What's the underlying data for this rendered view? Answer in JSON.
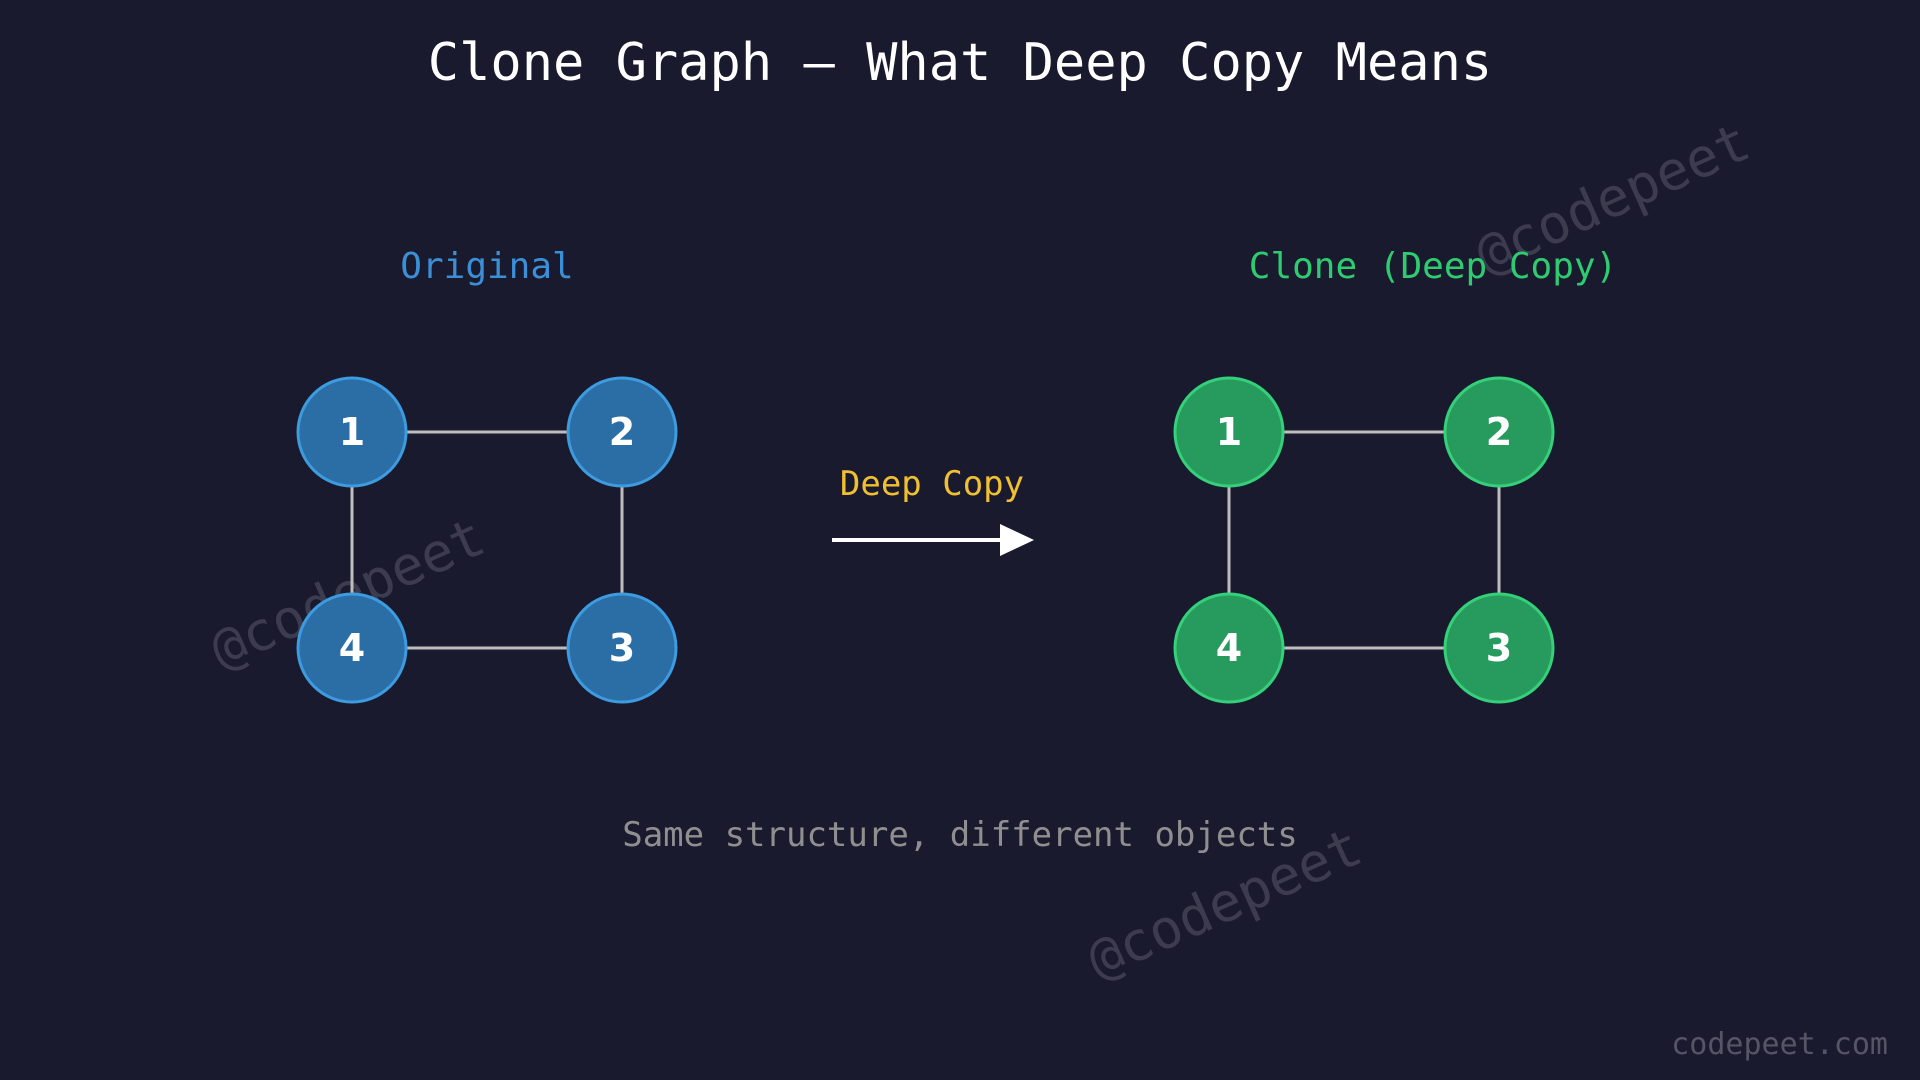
{
  "title": "Clone Graph — What Deep Copy Means",
  "original": {
    "label": "Original",
    "nodes": [
      {
        "id": "1"
      },
      {
        "id": "2"
      },
      {
        "id": "3"
      },
      {
        "id": "4"
      }
    ],
    "edges": [
      [
        "1",
        "2"
      ],
      [
        "2",
        "3"
      ],
      [
        "3",
        "4"
      ],
      [
        "4",
        "1"
      ]
    ]
  },
  "clone": {
    "label": "Clone (Deep Copy)",
    "nodes": [
      {
        "id": "1"
      },
      {
        "id": "2"
      },
      {
        "id": "3"
      },
      {
        "id": "4"
      }
    ],
    "edges": [
      [
        "1",
        "2"
      ],
      [
        "2",
        "3"
      ],
      [
        "3",
        "4"
      ],
      [
        "4",
        "1"
      ]
    ]
  },
  "arrow_label": "Deep Copy",
  "caption": "Same structure, different objects",
  "watermark": "@codepeet",
  "footer": "codepeet.com",
  "colors": {
    "background": "#1a1a2e",
    "title": "#ffffff",
    "original_label": "#3b8fd6",
    "original_fill": "#2b6ea6",
    "original_stroke": "#3d9be0",
    "clone_label": "#2ecc71",
    "clone_fill": "#279a5d",
    "clone_stroke": "#34d07a",
    "edge": "#bdbdbd",
    "arrow": "#ffffff",
    "arrow_label": "#f0c030",
    "caption": "#8f8f8f",
    "footer": "#555566",
    "watermark": "#5a5a6a"
  }
}
